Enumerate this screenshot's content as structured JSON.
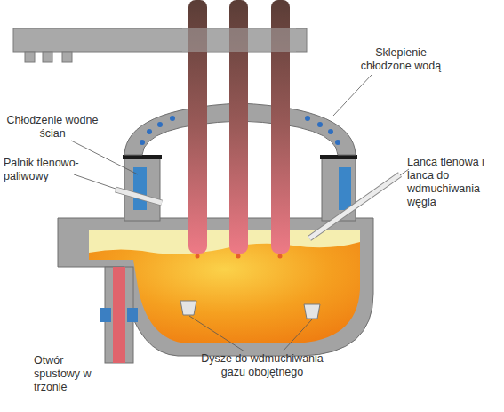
{
  "diagram": {
    "labels": [
      "Sklepienie chłodzone wodą",
      "Chłodzenie wodne ścian",
      "Palnik tlenowo-paliwowy",
      "Lanca tlenowa i lanca do wdmuchiwania węgla",
      "Otwór spustowy w trzonie",
      "Dysze do wdmuchiwania gazu obojętnego"
    ]
  }
}
